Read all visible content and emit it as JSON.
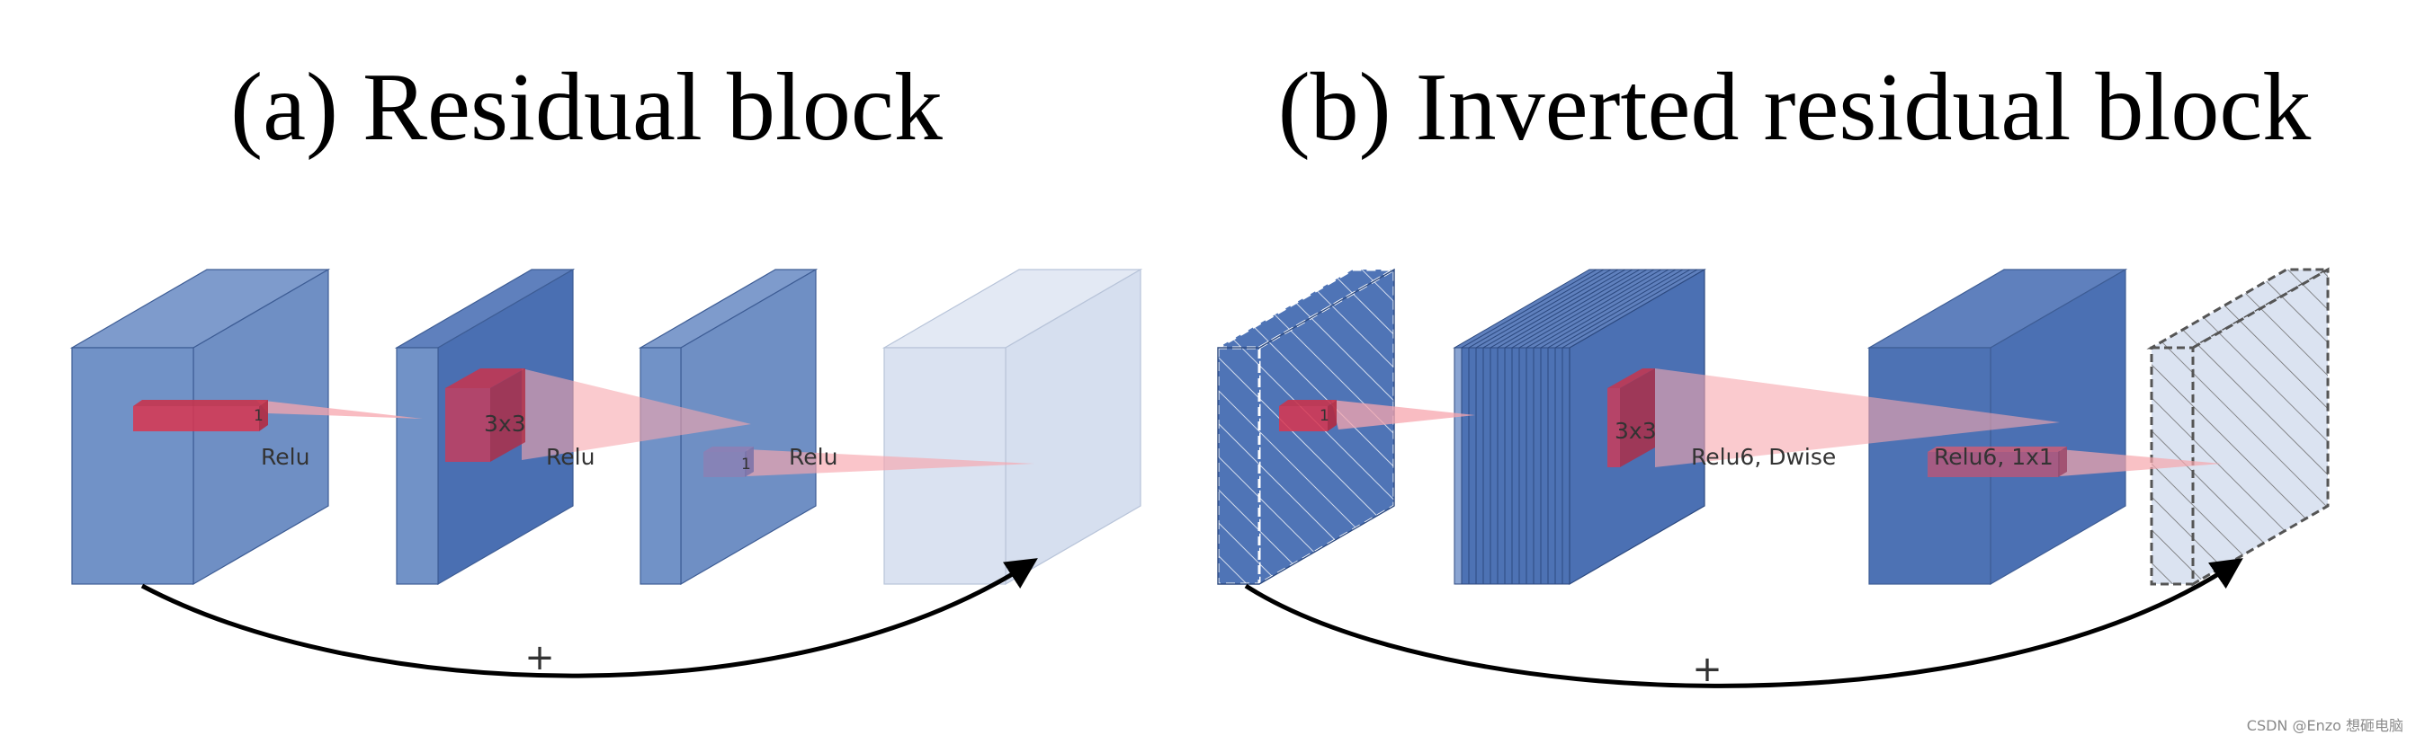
{
  "titles": {
    "a": "(a) Residual block",
    "b": "(b) Inverted residual block"
  },
  "residual": {
    "kernel_size_1": "1",
    "kernel_size_3x3": "3x3",
    "kernel_size_1_b": "1",
    "activation_1": "Relu",
    "activation_2": "Relu",
    "activation_3": "Relu",
    "skip_symbol": "+"
  },
  "inverted": {
    "kernel_size_1": "1",
    "kernel_size_3x3": "3x3",
    "activation_dwise": "Relu6, Dwise",
    "activation_1x1": "Relu6, 1x1",
    "skip_symbol": "+"
  },
  "watermark": "CSDN @Enzo 想砸电脑",
  "colors": {
    "block_medium": "#6f8fc4",
    "block_dark": "#4b70b3",
    "block_light": "#d9e1f0",
    "kernel_red": "#d9354f",
    "cone_pink": "#f7a6ad"
  }
}
